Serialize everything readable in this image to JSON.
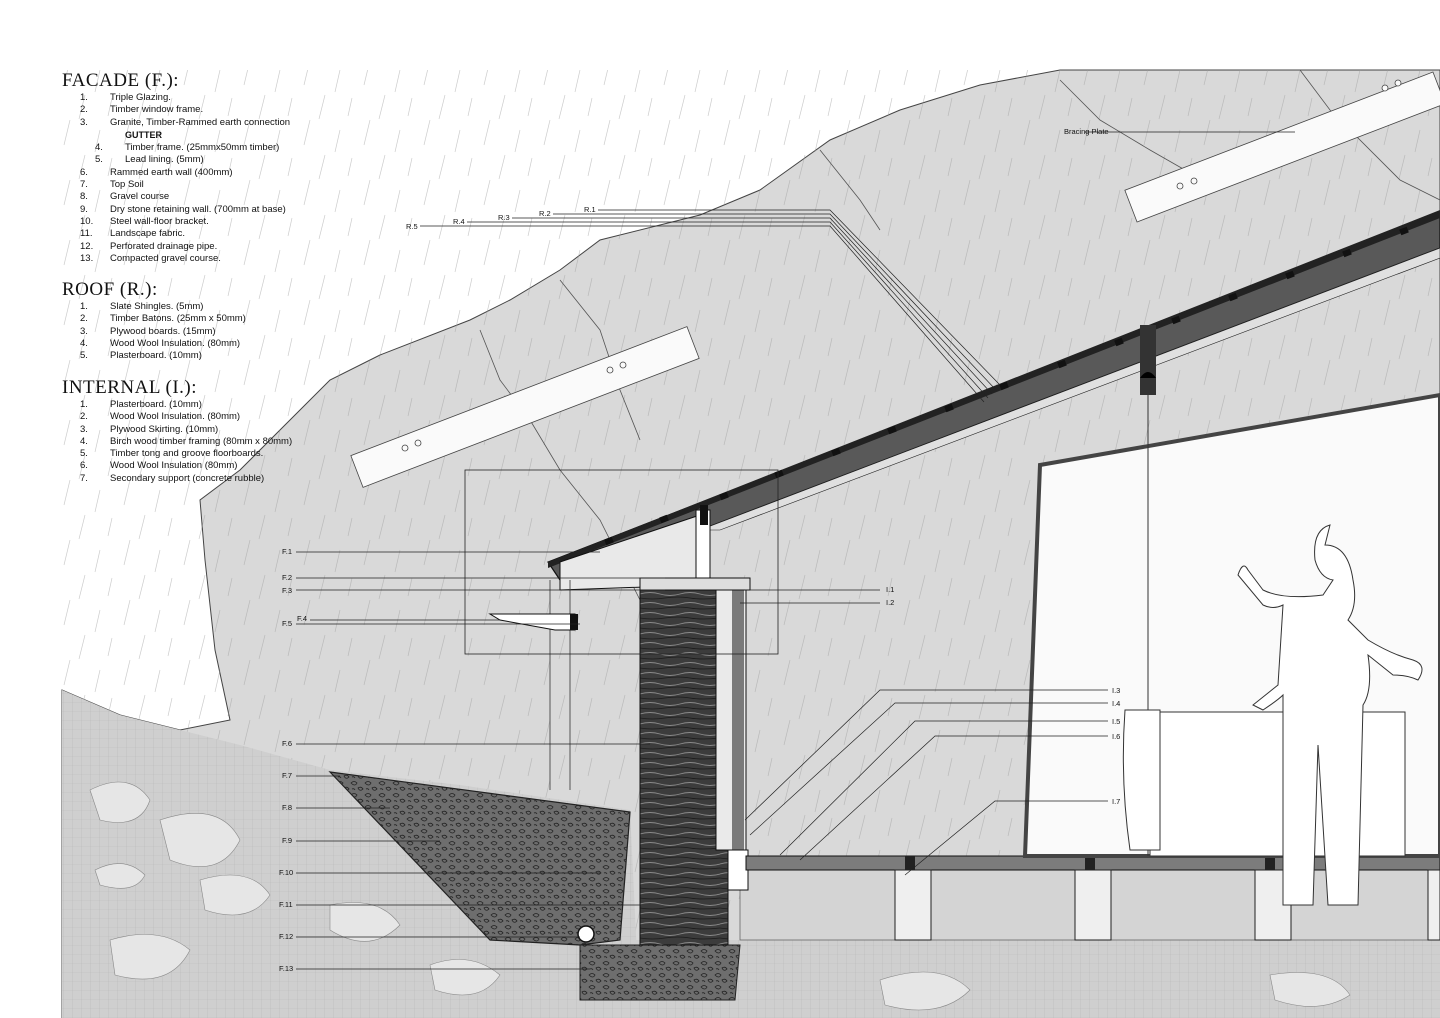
{
  "facade": {
    "title": "FACADE (F.):",
    "items": [
      {
        "num": "1.",
        "text": "Triple Glazing."
      },
      {
        "num": "2.",
        "text": "Timber window frame."
      },
      {
        "num": "3.",
        "text": "Granite, Timber-Rammed earth connection"
      },
      {
        "num": "",
        "text": "GUTTER"
      },
      {
        "num": "4.",
        "text": "Timber frame. (25mmx50mm timber)"
      },
      {
        "num": "5.",
        "text": "Lead lining. (5mm)"
      },
      {
        "num": "6.",
        "text": "Rammed earth wall (400mm)"
      },
      {
        "num": "7.",
        "text": "Top Soil"
      },
      {
        "num": "8.",
        "text": "Gravel course"
      },
      {
        "num": "9.",
        "text": "Dry stone retaining wall. (700mm at base)"
      },
      {
        "num": "10.",
        "text": "Steel wall-floor bracket."
      },
      {
        "num": "11.",
        "text": "Landscape fabric."
      },
      {
        "num": "12.",
        "text": "Perforated drainage pipe."
      },
      {
        "num": "13.",
        "text": "Compacted gravel course."
      }
    ]
  },
  "roof": {
    "title": "ROOF (R.):",
    "items": [
      {
        "num": "1.",
        "text": "Slate Shingles. (5mm)"
      },
      {
        "num": "2.",
        "text": "Timber Batons. (25mm x 50mm)"
      },
      {
        "num": "3.",
        "text": "Plywood boards. (15mm)"
      },
      {
        "num": "4.",
        "text": "Wood Wool Insulation. (80mm)"
      },
      {
        "num": "5.",
        "text": "Plasterboard. (10mm)"
      }
    ]
  },
  "internal": {
    "title": "INTERNAL (I.):",
    "items": [
      {
        "num": "1.",
        "text": "Plasterboard. (10mm)"
      },
      {
        "num": "2.",
        "text": "Wood Wool Insulation. (80mm)"
      },
      {
        "num": "3.",
        "text": "Plywood Skirting. (10mm)"
      },
      {
        "num": "4.",
        "text": "Birch wood timber framing (80mm x 80mm)"
      },
      {
        "num": "5.",
        "text": "Timber tong and groove floorboards."
      },
      {
        "num": "6.",
        "text": "Wood Wool Insulation (80mm)"
      },
      {
        "num": "7.",
        "text": "Secondary support (concrete rubble)"
      }
    ]
  },
  "callouts": {
    "bracing_plate": "Bracing Plate",
    "r1": "R.1",
    "r2": "R.2",
    "r3": "R.3",
    "r4": "R.4",
    "r5": "R.5",
    "f1": "F.1",
    "f2": "F.2",
    "f3": "F.3",
    "f4": "F.4",
    "f5": "F.5",
    "f6": "F.6",
    "f7": "F.7",
    "f8": "F.8",
    "f9": "F.9",
    "f10": "F.10",
    "f11": "F.11",
    "f12": "F.12",
    "f13": "F.13",
    "i1": "I.1",
    "i2": "I.2",
    "i3": "I.3",
    "i4": "I.4",
    "i5": "I.5",
    "i6": "I.6",
    "i7": "I.7"
  }
}
